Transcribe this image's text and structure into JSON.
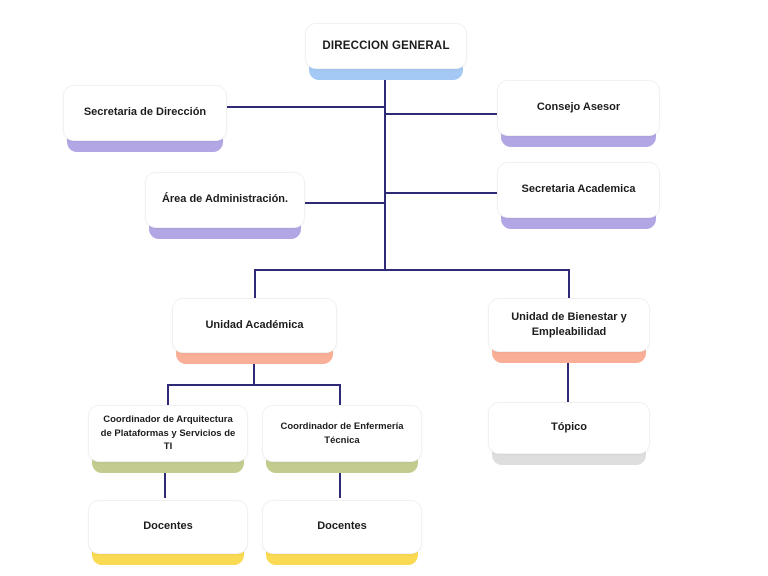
{
  "page": {
    "background": "#ffffff",
    "connector_color": "#2e2a78"
  },
  "org_chart": {
    "type": "org-tree",
    "root_label": "DIRECCION GENERAL",
    "nodes": [
      {
        "id": "direccion-general",
        "label": "DIRECCION GENERAL",
        "accent_color": "#a4c9f4",
        "level": 1,
        "parent": null
      },
      {
        "id": "secretaria-de-direccion",
        "label": "Secretaria de Dirección",
        "accent_color": "#b3a6e4",
        "level": 2,
        "parent": "direccion-general"
      },
      {
        "id": "consejo-asesor",
        "label": "Consejo Asesor",
        "accent_color": "#b3a6e4",
        "level": 2,
        "parent": "direccion-general"
      },
      {
        "id": "area-de-administracion",
        "label": "Área de Administración.",
        "accent_color": "#b3a6e4",
        "level": 2,
        "parent": "direccion-general"
      },
      {
        "id": "secretaria-academica",
        "label": "Secretaria Academica",
        "accent_color": "#b3a6e4",
        "level": 2,
        "parent": "direccion-general"
      },
      {
        "id": "unidad-academica",
        "label": "Unidad Académica",
        "accent_color": "#f9af97",
        "level": 3,
        "parent": "direccion-general"
      },
      {
        "id": "unidad-bienestar-empleabilidad",
        "label": "Unidad de Bienestar y\nEmpleabilidad",
        "accent_color": "#f9af97",
        "level": 3,
        "parent": "direccion-general"
      },
      {
        "id": "coordinador-arquitectura-ti",
        "label": "Coordinador de Arquitectura\nde Plataformas y Servicios de\nTI",
        "accent_color": "#c3cb8e",
        "level": 4,
        "parent": "unidad-academica"
      },
      {
        "id": "coordinador-enfermeria-tecnica",
        "label": "Coordinador de Enfermería\nTécnica",
        "accent_color": "#c3cb8e",
        "level": 4,
        "parent": "unidad-academica"
      },
      {
        "id": "topico",
        "label": "Tópico",
        "accent_color": "#dedede",
        "level": 4,
        "parent": "unidad-bienestar-empleabilidad"
      },
      {
        "id": "docentes-arquitectura",
        "label": "Docentes",
        "accent_color": "#fad953",
        "level": 5,
        "parent": "coordinador-arquitectura-ti"
      },
      {
        "id": "docentes-enfermeria",
        "label": "Docentes",
        "accent_color": "#fad953",
        "level": 5,
        "parent": "coordinador-enfermeria-tecnica"
      }
    ]
  }
}
